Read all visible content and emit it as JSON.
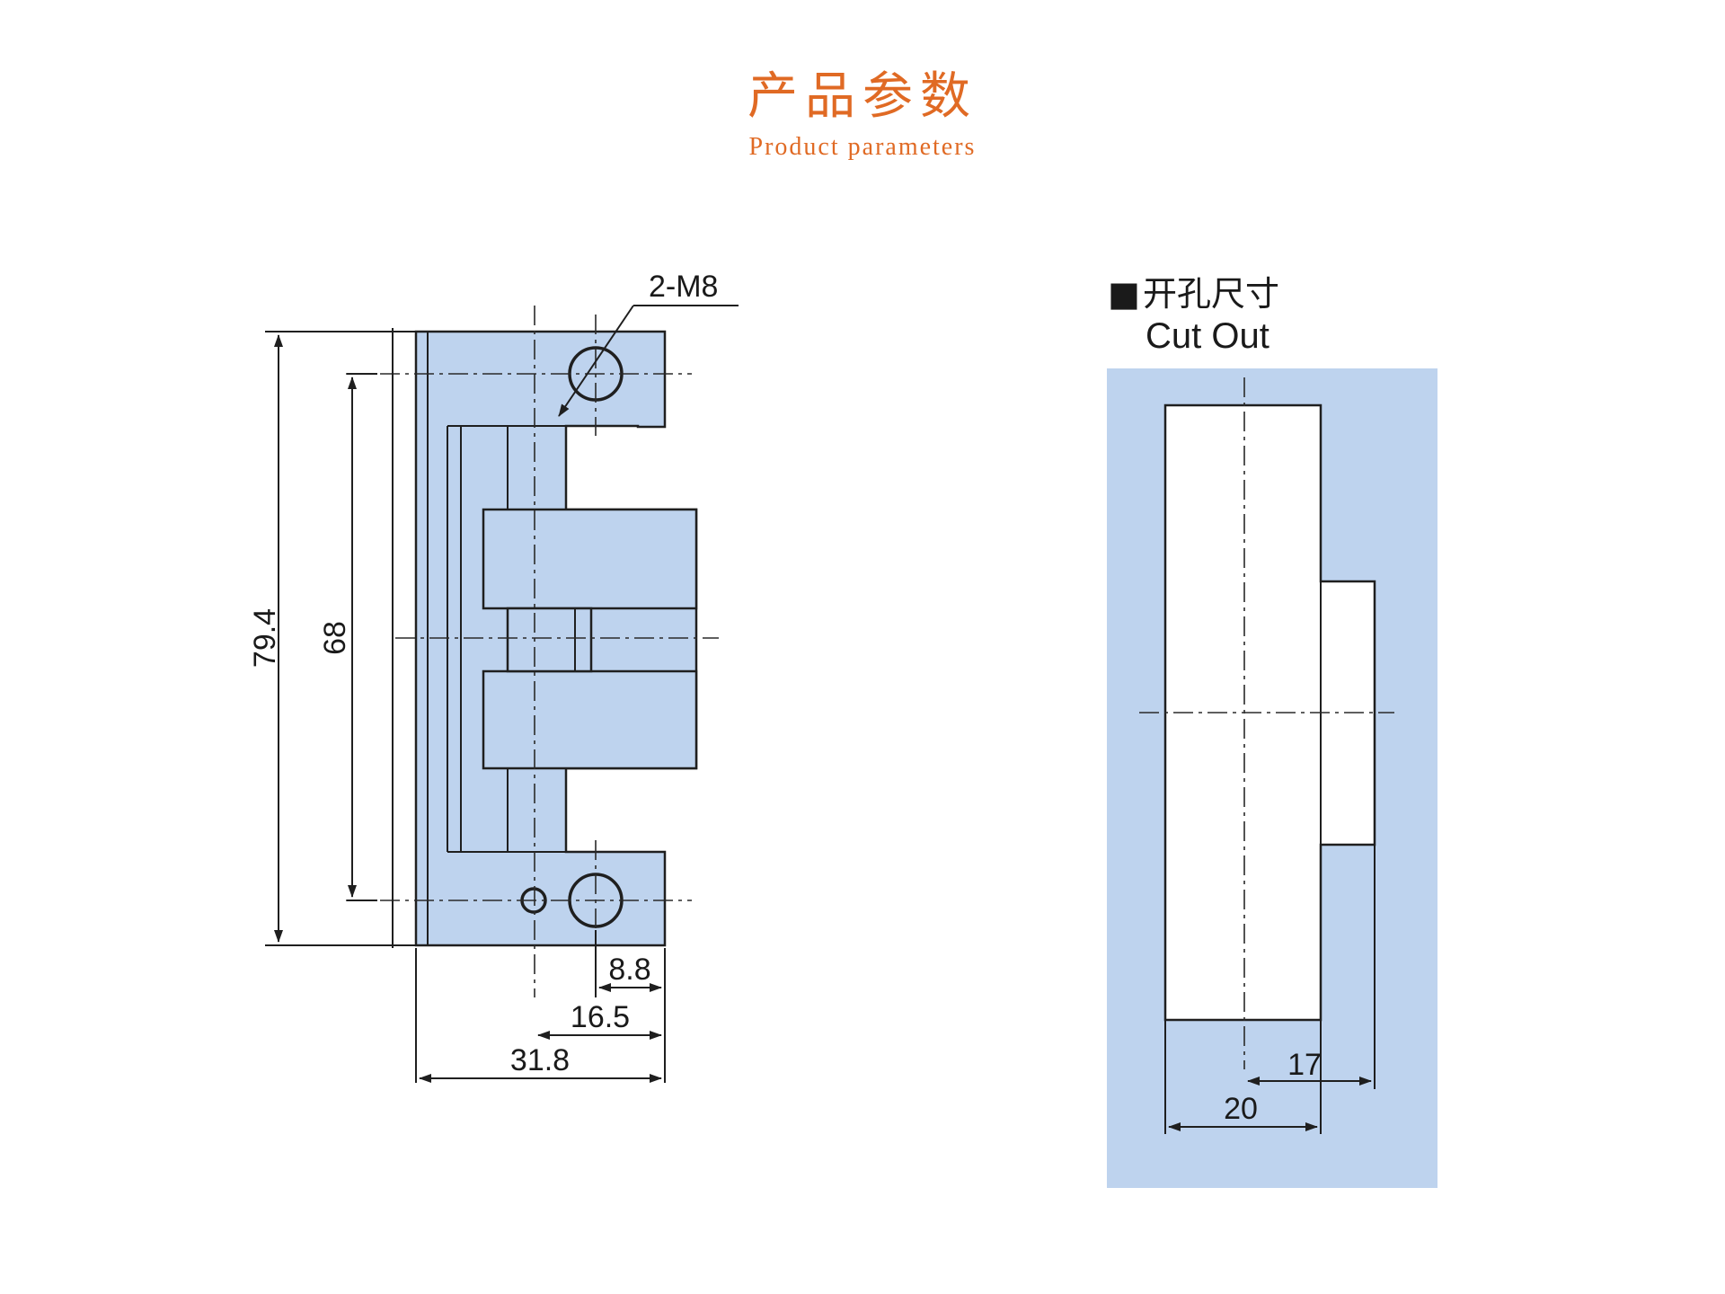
{
  "header": {
    "title": "产品参数",
    "subtitle": "Product parameters"
  },
  "hinge_view": {
    "hole_callout": "2-M8",
    "dimensions": {
      "overall_height": "79.4",
      "hole_pitch": "68",
      "hole_offset": "8.8",
      "axis_offset": "16.5",
      "overall_width": "31.8"
    }
  },
  "cutout_view": {
    "legend_square": "■",
    "legend_zh": "开孔尺寸",
    "legend_en": "Cut Out",
    "dimensions": {
      "step_width": "17",
      "main_width": "20"
    }
  },
  "colors": {
    "accent": "#e06a24",
    "part_fill": "#bed3ee",
    "line": "#1f1f1f"
  }
}
